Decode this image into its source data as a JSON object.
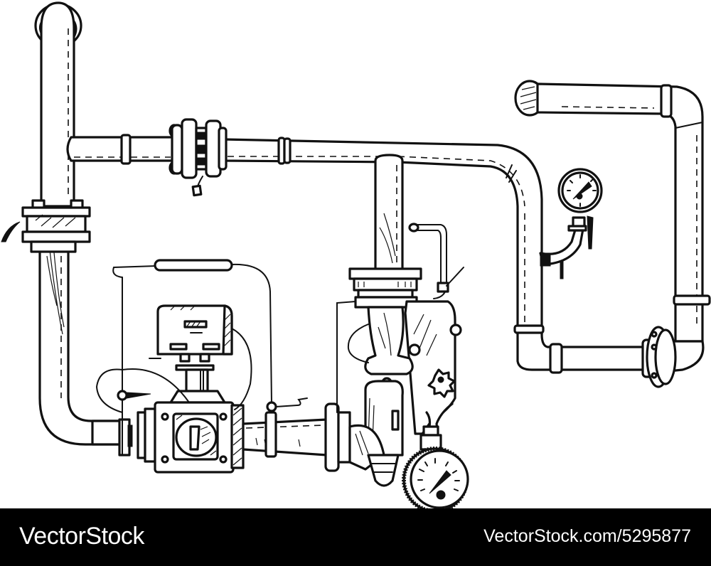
{
  "illustration": {
    "title": "Hand-drawn sketch of industrial piping system",
    "style": "black ink line art on white",
    "background_color": "#ffffff",
    "ink_color": "#111111",
    "components": [
      {
        "name": "vertical-riser-pipe-left",
        "type": "pipe"
      },
      {
        "name": "upper-horizontal-pipe",
        "type": "pipe"
      },
      {
        "name": "pipe-union-coupling",
        "type": "flange"
      },
      {
        "name": "left-flange-joint",
        "type": "flange"
      },
      {
        "name": "electric-actuator-box",
        "type": "actuator"
      },
      {
        "name": "control-ball-valve",
        "type": "valve"
      },
      {
        "name": "pressure-regulator",
        "type": "regulator"
      },
      {
        "name": "gauge-bottom",
        "type": "pressure-gauge"
      },
      {
        "name": "gauge-right",
        "type": "pressure-gauge"
      },
      {
        "name": "right-loop-pipe",
        "type": "pipe"
      },
      {
        "name": "right-flange-joint",
        "type": "flange"
      }
    ]
  },
  "footer": {
    "background_color": "#000000",
    "text_color": "#ffffff",
    "brand": "VectorStock",
    "image_id": "VectorStock.com/5295877"
  }
}
